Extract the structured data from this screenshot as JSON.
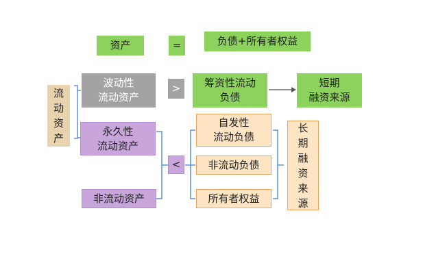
{
  "row1": {
    "assets": "资产",
    "equals": "=",
    "liab_equity": "负债+所有者权益"
  },
  "row2": {
    "fluctuating_current_assets": "波动性\n流动资产",
    "greater": ">",
    "spontaneous_current_liab": "筹资性流动\n负债",
    "short_term_source": "短期\n融资来源"
  },
  "left_label": "流\n动\n资\n产",
  "permanent_current_assets": "永久性\n流动资产",
  "less": "<",
  "noncurrent_assets": "非流动资产",
  "auto_current_liab": "自发性\n流动负债",
  "noncurrent_liab": "非流动负债",
  "owner_equity": "所有者权益",
  "long_term_source": "长\n期\n融\n资\n来\n源",
  "colors": {
    "green": "#8ed25e",
    "gray": "#a3a3a3",
    "purple": "#c8a6dc",
    "orange_fill": "#fde4c2",
    "orange_border": "#f4a259",
    "tan": "#e8d3b0",
    "connector": "#5b8fd8"
  }
}
